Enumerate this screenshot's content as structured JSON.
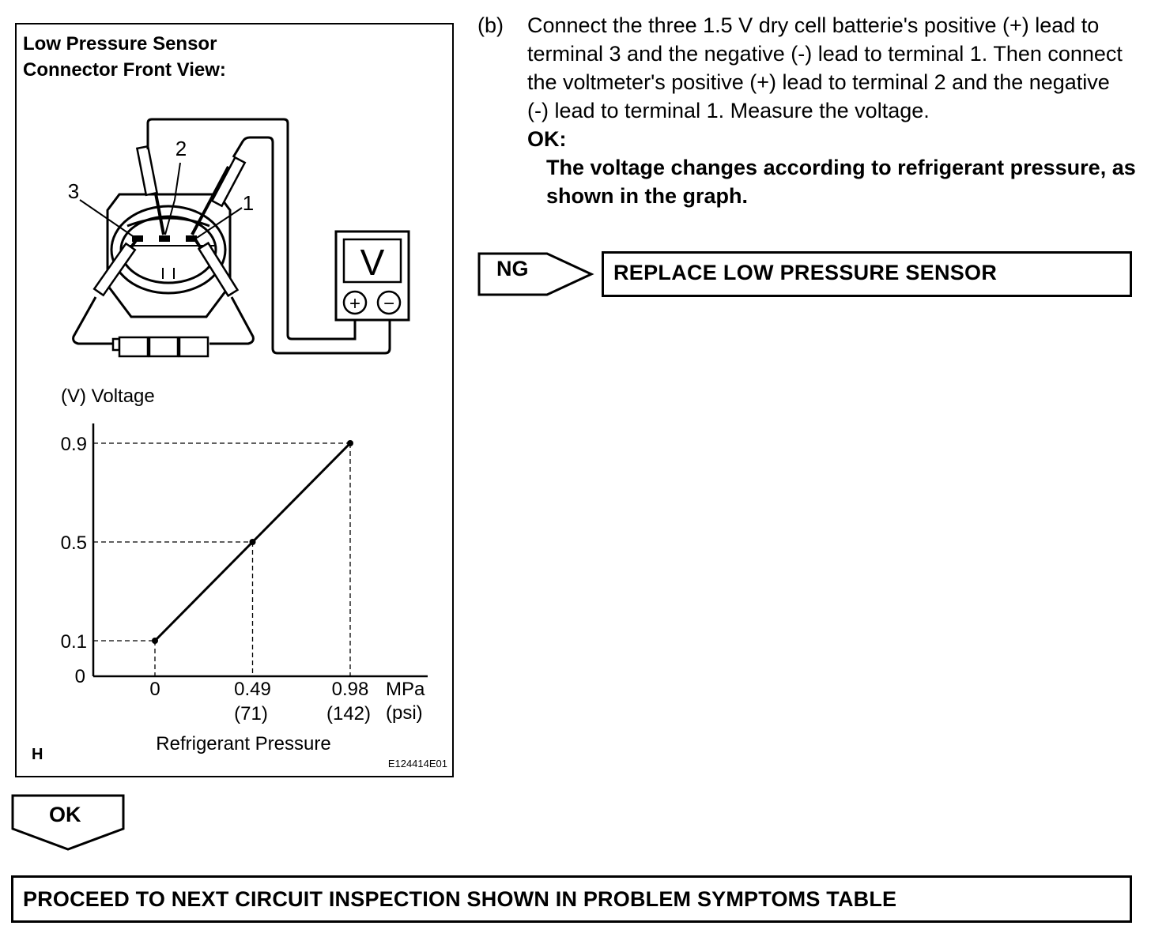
{
  "figure": {
    "title_line1": "Low Pressure Sensor",
    "title_line2": "Connector Front View:",
    "terminal_labels": [
      "1",
      "2",
      "3"
    ],
    "voltmeter_symbol": "V",
    "plus_symbol": "+",
    "minus_symbol": "−",
    "corner_left": "H",
    "corner_right": "E124414E01"
  },
  "chart_data": {
    "type": "line",
    "ylabel": "(V) Voltage",
    "xlabel": "Refrigerant Pressure",
    "x_unit_primary": "MPa",
    "x_unit_secondary": "(psi)",
    "x": [
      0,
      0.49,
      0.98
    ],
    "x_tick_labels": [
      "0",
      "0.49",
      "0.98"
    ],
    "x_tick_secondary": [
      "",
      "(71)",
      "(142)"
    ],
    "y": [
      0.1,
      0.5,
      0.9
    ],
    "y_tick_labels": [
      "0.9",
      "0.5",
      "0.1",
      "0"
    ],
    "origin_label": "0",
    "grid": false,
    "dashed_guides": true
  },
  "step": {
    "label": "(b)",
    "instruction": "Connect the three 1.5 V dry cell batterie's positive (+) lead to terminal 3 and the negative (-) lead to terminal 1. Then connect the voltmeter's positive (+) lead to terminal 2 and the negative (-) lead to terminal 1. Measure the voltage.",
    "ok_label": "OK:",
    "ok_text": "The voltage changes according to refrigerant pressure, as shown in the graph."
  },
  "ng_branch": {
    "tag": "NG",
    "action": "REPLACE LOW PRESSURE SENSOR"
  },
  "ok_branch": {
    "tag": "OK",
    "action": "PROCEED TO NEXT CIRCUIT INSPECTION SHOWN IN PROBLEM SYMPTOMS TABLE"
  }
}
